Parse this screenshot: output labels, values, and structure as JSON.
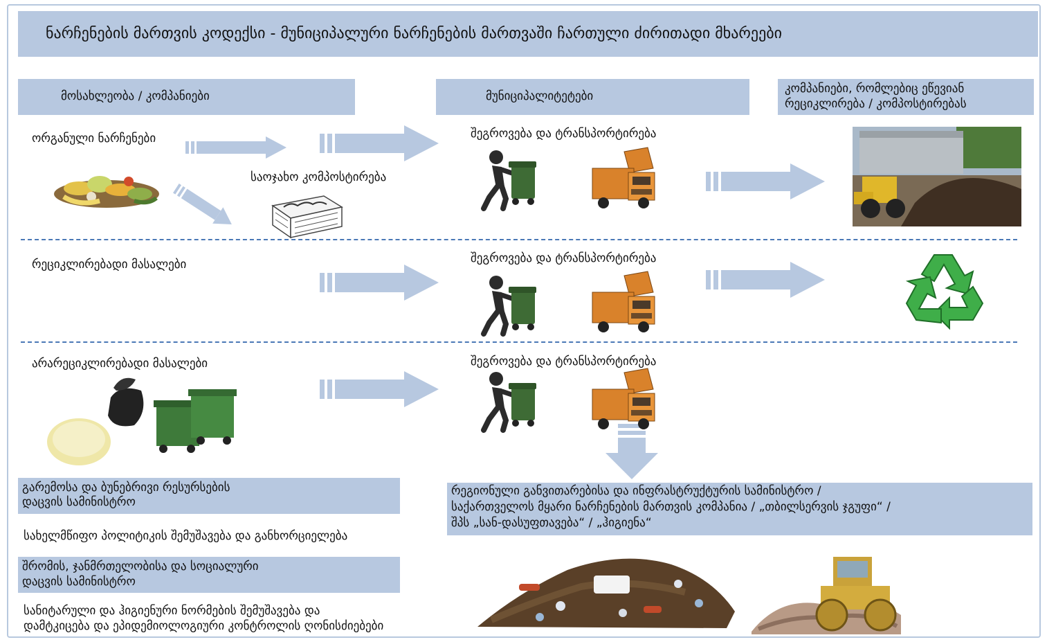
{
  "title": "ნარჩენების მართვის კოდექსი - მუნიციპალური ნარჩენების მართვაში ჩართული ძირითადი მხარეები",
  "headers": {
    "population": "მოსახლეობა / კომპანიები",
    "municipalities": "მუნიციპალიტეტები",
    "recyclers": [
      "კომპანიები, რომლებიც ეწევიან",
      "რეციკლირება / კომპოსტირებას"
    ]
  },
  "rows": [
    {
      "waste_type": "ორგანული ნარჩენები",
      "collection": "შეგროვება და ტრანსპორტირება",
      "extra": "საოჯახო კომპოსტირება"
    },
    {
      "waste_type": "რეციკლირებადი მასალები",
      "collection": "შეგროვება და ტრანსპორტირება"
    },
    {
      "waste_type": "არარეციკლირებადი მასალები",
      "collection": "შეგროვება და ტრანსპორტირება"
    }
  ],
  "ministry_env": {
    "name": [
      "გარემოსა და ბუნებრივი რესურსების",
      "დაცვის სამინისტრო"
    ],
    "role": "სახელმწიფო პოლიტიკის შემუშავება და განხორციელება"
  },
  "ministry_labour": {
    "name": [
      "შრომის, ჯანმრთელობისა და სოციალური",
      "დაცვის სამინისტრო"
    ],
    "role": [
      "სანიტარული და ჰიგიენური ნორმების შემუშავება და",
      "დამტკიცება და ეპიდემიოლოგიური კონტროლის ღონისძიებები"
    ]
  },
  "regional": {
    "lines": [
      "რეგიონული განვითარებისა და ინფრასტრუქტურის სამინისტრო /",
      "საქართველოს მყარი ნარჩენების მართვის კომპანია / „თბილსერვის ჯგუფი“ /",
      "შპს „სან-დასუფთავება“ / „ჰიგიენა“"
    ]
  },
  "colors": {
    "header_fill": "#b7c8e0",
    "arrow_fill": "#b7c8e0",
    "dash": "#4a78b6",
    "recycle_green": "#3fae49"
  }
}
